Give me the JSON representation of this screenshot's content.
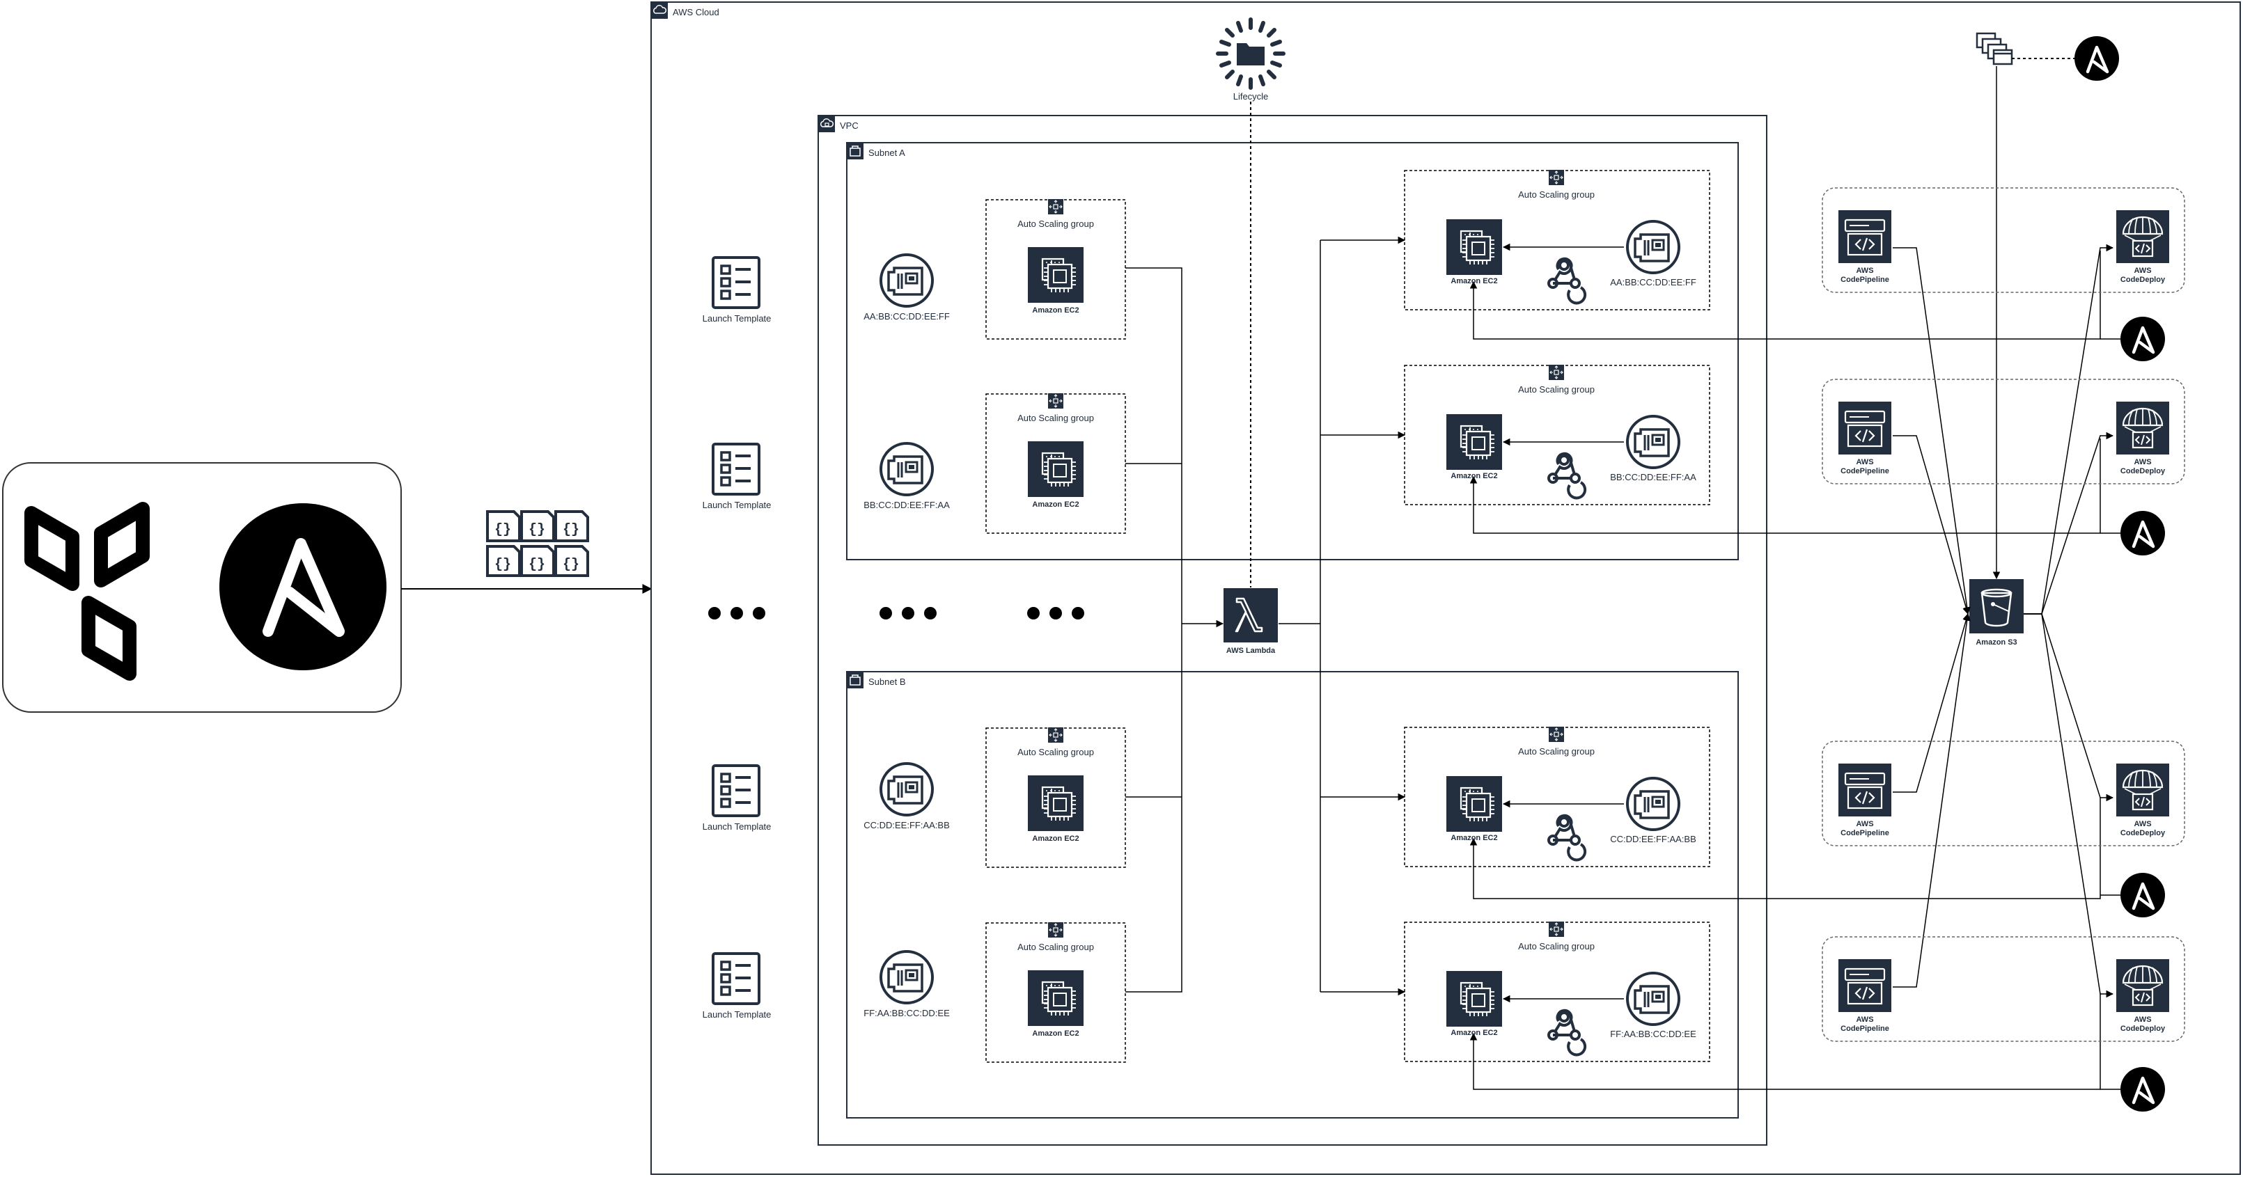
{
  "cloud": {
    "label": "AWS Cloud"
  },
  "vpc": {
    "label": "VPC"
  },
  "subnets": [
    {
      "label": "Subnet A"
    },
    {
      "label": "Subnet B"
    }
  ],
  "lifecycle": {
    "label": "Lifecycle",
    "icon": "folder-lifecycle-icon"
  },
  "lambda": {
    "label": "AWS Lambda",
    "icon": "lambda-icon"
  },
  "s3": {
    "label": "Amazon S3",
    "icon": "s3-bucket-icon"
  },
  "launch_template": {
    "label": "Launch Template",
    "icon": "checklist-icon"
  },
  "asg": {
    "label": "Auto Scaling group",
    "icon": "auto-scaling-icon"
  },
  "ec2": {
    "label": "Amazon EC2",
    "icon": "ec2-instance-icon"
  },
  "left_macs": [
    "AA:BB:CC:DD:EE:FF",
    "BB:CC:DD:EE:FF:AA",
    "CC:DD:EE:FF:AA:BB",
    "FF:AA:BB:CC:DD:EE"
  ],
  "right_macs": [
    "AA:BB:CC:DD:EE:FF",
    "BB:CC:DD:EE:FF:AA",
    "CC:DD:EE:FF:AA:BB",
    "FF:AA:BB:CC:DD:EE"
  ],
  "codepipeline": {
    "line1": "AWS",
    "line2": "CodePipeline",
    "icon": "codepipeline-icon"
  },
  "codedeploy": {
    "line1": "AWS",
    "line2": "CodeDeploy",
    "icon": "codedeploy-icon"
  },
  "logos": {
    "terraform": "terraform-logo",
    "ansible": "ansible-logo",
    "json_files": "json-files-icon",
    "instances_stack": "stacked-instances-icon",
    "network_interface": "network-interface-icon",
    "webhook": "webhook-icon"
  },
  "colors": {
    "icon_dark": "#232f3e",
    "line": "#000000",
    "border": "#232f3e",
    "ansible_bg": "#000000"
  }
}
